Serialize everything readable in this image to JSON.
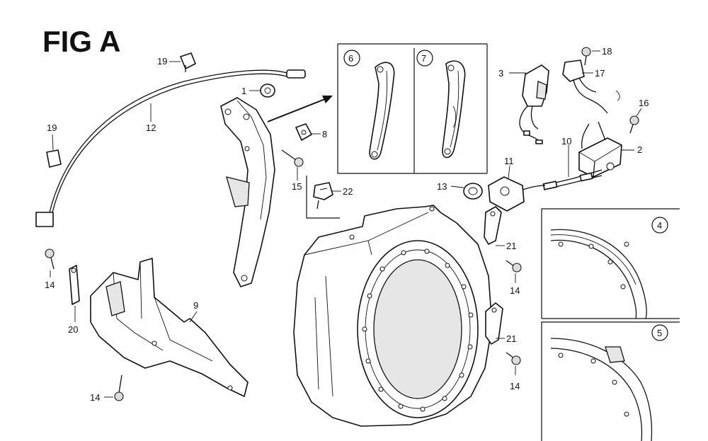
{
  "figure": {
    "title": "FIG A"
  },
  "callouts": {
    "c1": "1",
    "c2": "2",
    "c3": "3",
    "c8": "8",
    "c9": "9",
    "c10": "10",
    "c11": "11",
    "c12": "12",
    "c13": "13",
    "c14a": "14",
    "c14b": "14",
    "c14c": "14",
    "c14d": "14",
    "c15": "15",
    "c16": "16",
    "c17": "17",
    "c18": "18",
    "c19a": "19",
    "c19b": "19",
    "c20": "20",
    "c21a": "21",
    "c21b": "21",
    "c22": "22"
  },
  "detail_markers": {
    "d6": "6",
    "d7": "7",
    "d4": "4",
    "d5": "5"
  },
  "colors": {
    "ink": "#111111",
    "paper": "#ffffff",
    "shade": "#e6e6e6"
  }
}
